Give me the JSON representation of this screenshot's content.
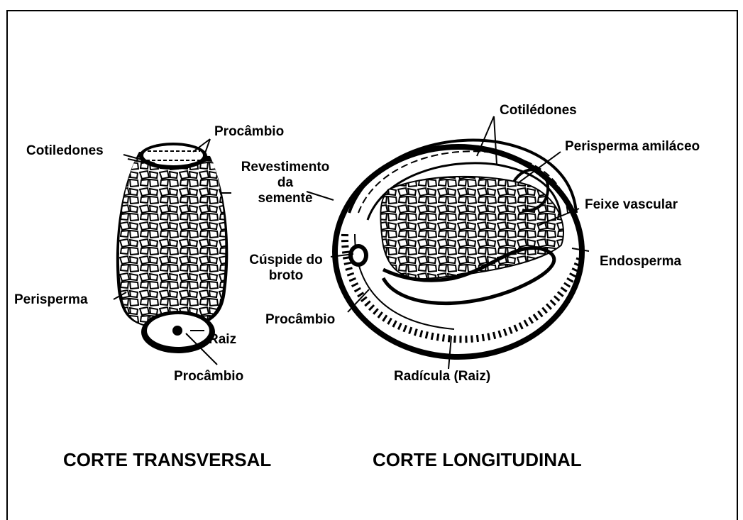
{
  "transversal": {
    "title": "CORTE TRANSVERSAL",
    "labels": {
      "procambio_top": "Procâmbio",
      "cotiledones": "Cotiledones",
      "perisperma": "Perisperma",
      "raiz": "Raiz",
      "procambio_bottom": "Procâmbio"
    }
  },
  "longitudinal": {
    "title": "CORTE LONGITUDINAL",
    "labels": {
      "cotiledones": "Cotilédones",
      "perisperma_amilaceo": "Perisperma  amiláceo",
      "revestimento_1": "Revestimento",
      "revestimento_2": "da",
      "revestimento_3": "semente",
      "feixe_vascular": "Feixe vascular",
      "cuspide_1": "Cúspide do",
      "cuspide_2": "broto",
      "endosperma": "Endosperma",
      "procambio": "Procâmbio",
      "radicula": "Radícula (Raiz)"
    }
  }
}
